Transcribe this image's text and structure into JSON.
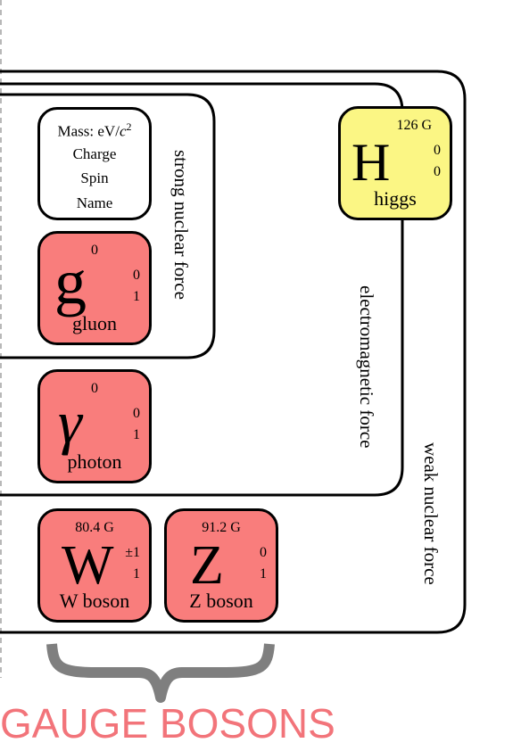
{
  "legend": {
    "mass_prefix": "Mass: eV/",
    "mass_unit_var": "c",
    "mass_unit_exp": "2",
    "charge": "Charge",
    "spin": "Spin",
    "name": "Name"
  },
  "particles": {
    "higgs": {
      "symbol": "H",
      "mass": "126 G",
      "charge": "0",
      "spin": "0",
      "name": "higgs"
    },
    "gluon": {
      "symbol": "g",
      "mass": "0",
      "charge": "0",
      "spin": "1",
      "name": "gluon"
    },
    "photon": {
      "symbol": "γ",
      "mass": "0",
      "charge": "0",
      "spin": "1",
      "name": "photon"
    },
    "w": {
      "symbol": "W",
      "mass": "80.4 G",
      "charge": "±1",
      "spin": "1",
      "name": "W boson"
    },
    "z": {
      "symbol": "Z",
      "mass": "91.2 G",
      "charge": "0",
      "spin": "1",
      "name": "Z boson"
    }
  },
  "forces": {
    "strong": "strong nuclear force",
    "electromagnetic": "electromagnetic force",
    "weak": "weak nuclear force"
  },
  "category": {
    "label": "GAUGE BOSONS"
  },
  "colors": {
    "boson_card": "#f97d7c",
    "higgs_card": "#fbf684",
    "category_text": "#f2747a",
    "brace": "#808080",
    "frame": "#000000"
  }
}
